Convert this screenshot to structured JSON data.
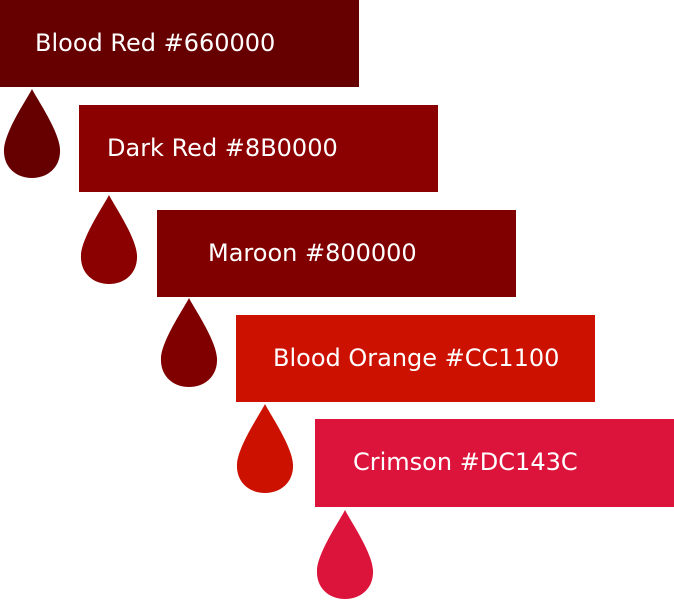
{
  "swatches": [
    {
      "name": "Blood Red",
      "hex": "#660000",
      "label": "Blood Red #660000"
    },
    {
      "name": "Dark Red",
      "hex": "#8B0000",
      "label": "Dark Red #8B0000"
    },
    {
      "name": "Maroon",
      "hex": "#800000",
      "label": "Maroon #800000"
    },
    {
      "name": "Blood Orange",
      "hex": "#CC1100",
      "label": "Blood Orange #CC1100"
    },
    {
      "name": "Crimson",
      "hex": "#DC143C",
      "label": "Crimson #DC143C"
    }
  ]
}
